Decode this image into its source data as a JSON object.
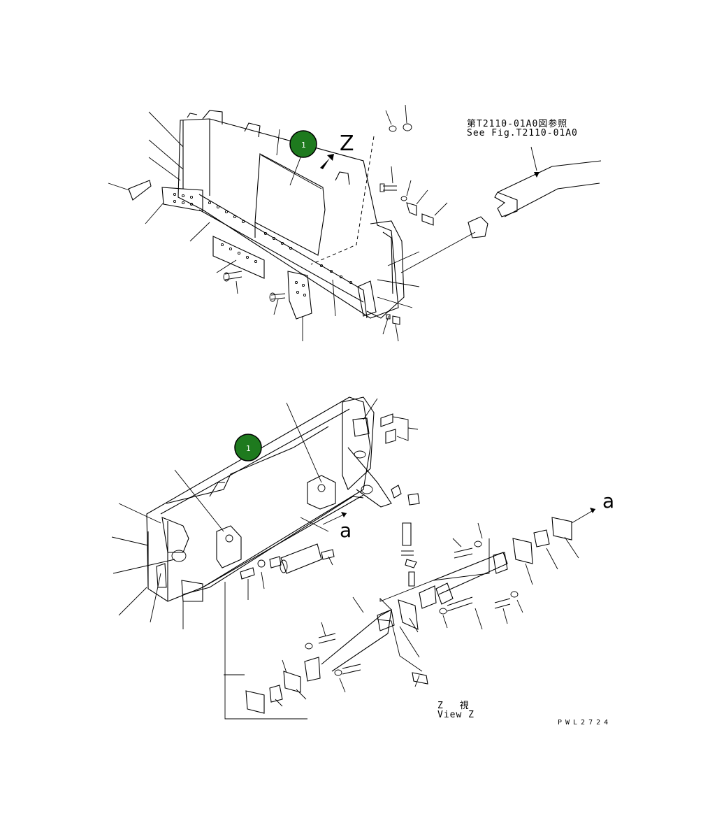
{
  "reference": {
    "jp": "第T2110-01A0図参照",
    "en": "See Fig.T2110-01A0"
  },
  "view_letter_z": "Z",
  "view_letter_a_top": "a",
  "view_letter_a_mid": "a",
  "view_z": {
    "jp": "Z 視",
    "en": "View Z"
  },
  "drawing_code": "PWL2724",
  "callouts": [
    {
      "number": "1",
      "color": "#1e7a1e"
    },
    {
      "number": "1",
      "color": "#1e7a1e"
    }
  ]
}
